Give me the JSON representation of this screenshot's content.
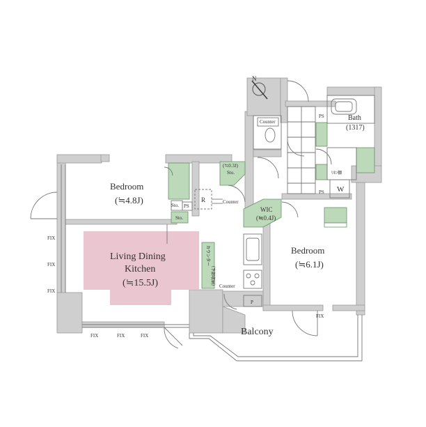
{
  "colors": {
    "wall": "#cfcfcf",
    "wall_edge": "#9a9a9a",
    "ldk_highlight": "#e9c6d0",
    "storage_green": "#bcd9b9",
    "storage_green_edge": "#6c8f6a",
    "line": "#777777"
  },
  "compass": {
    "label": "N"
  },
  "rooms": {
    "bath": {
      "name": "Bath",
      "size": "(1317)"
    },
    "bedroom1": {
      "name": "Bedroom",
      "size": "(≒4.8J)"
    },
    "bedroom2": {
      "name": "Bedroom",
      "size": "(≒6.1J)"
    },
    "ldk": {
      "line1": "Living Dining",
      "line2": "Kitchen",
      "size": "(≒15.5J)"
    },
    "balcony": {
      "name": "Balcony"
    },
    "wic": {
      "name": "WIC",
      "size": "(≒0.4J)"
    },
    "sto_small": {
      "name": "Sto.",
      "size": "(≒0.3J)"
    }
  },
  "labels": {
    "counter_top": "Counter",
    "counter_mid": "Counter",
    "counter_bottom": "Counter",
    "ps_top": "PS",
    "ps_mid": "PS",
    "ps_bedroom": "PS",
    "sto_a": "Sto.",
    "sto_b": "Sto.",
    "r": "R",
    "w": "W",
    "p": "P",
    "linen": "ﾘﾈﾝ棚",
    "counter_kanji_1": "カウンター",
    "counter_kanji_2": "（下部収納）",
    "fix_left_1": "FIX",
    "fix_left_2": "FIX",
    "fix_left_3": "FIX",
    "fix_bottom_1": "FIX",
    "fix_bottom_2": "FIX",
    "fix_bottom_3": "FIX",
    "fix_balcony": "FIX"
  }
}
